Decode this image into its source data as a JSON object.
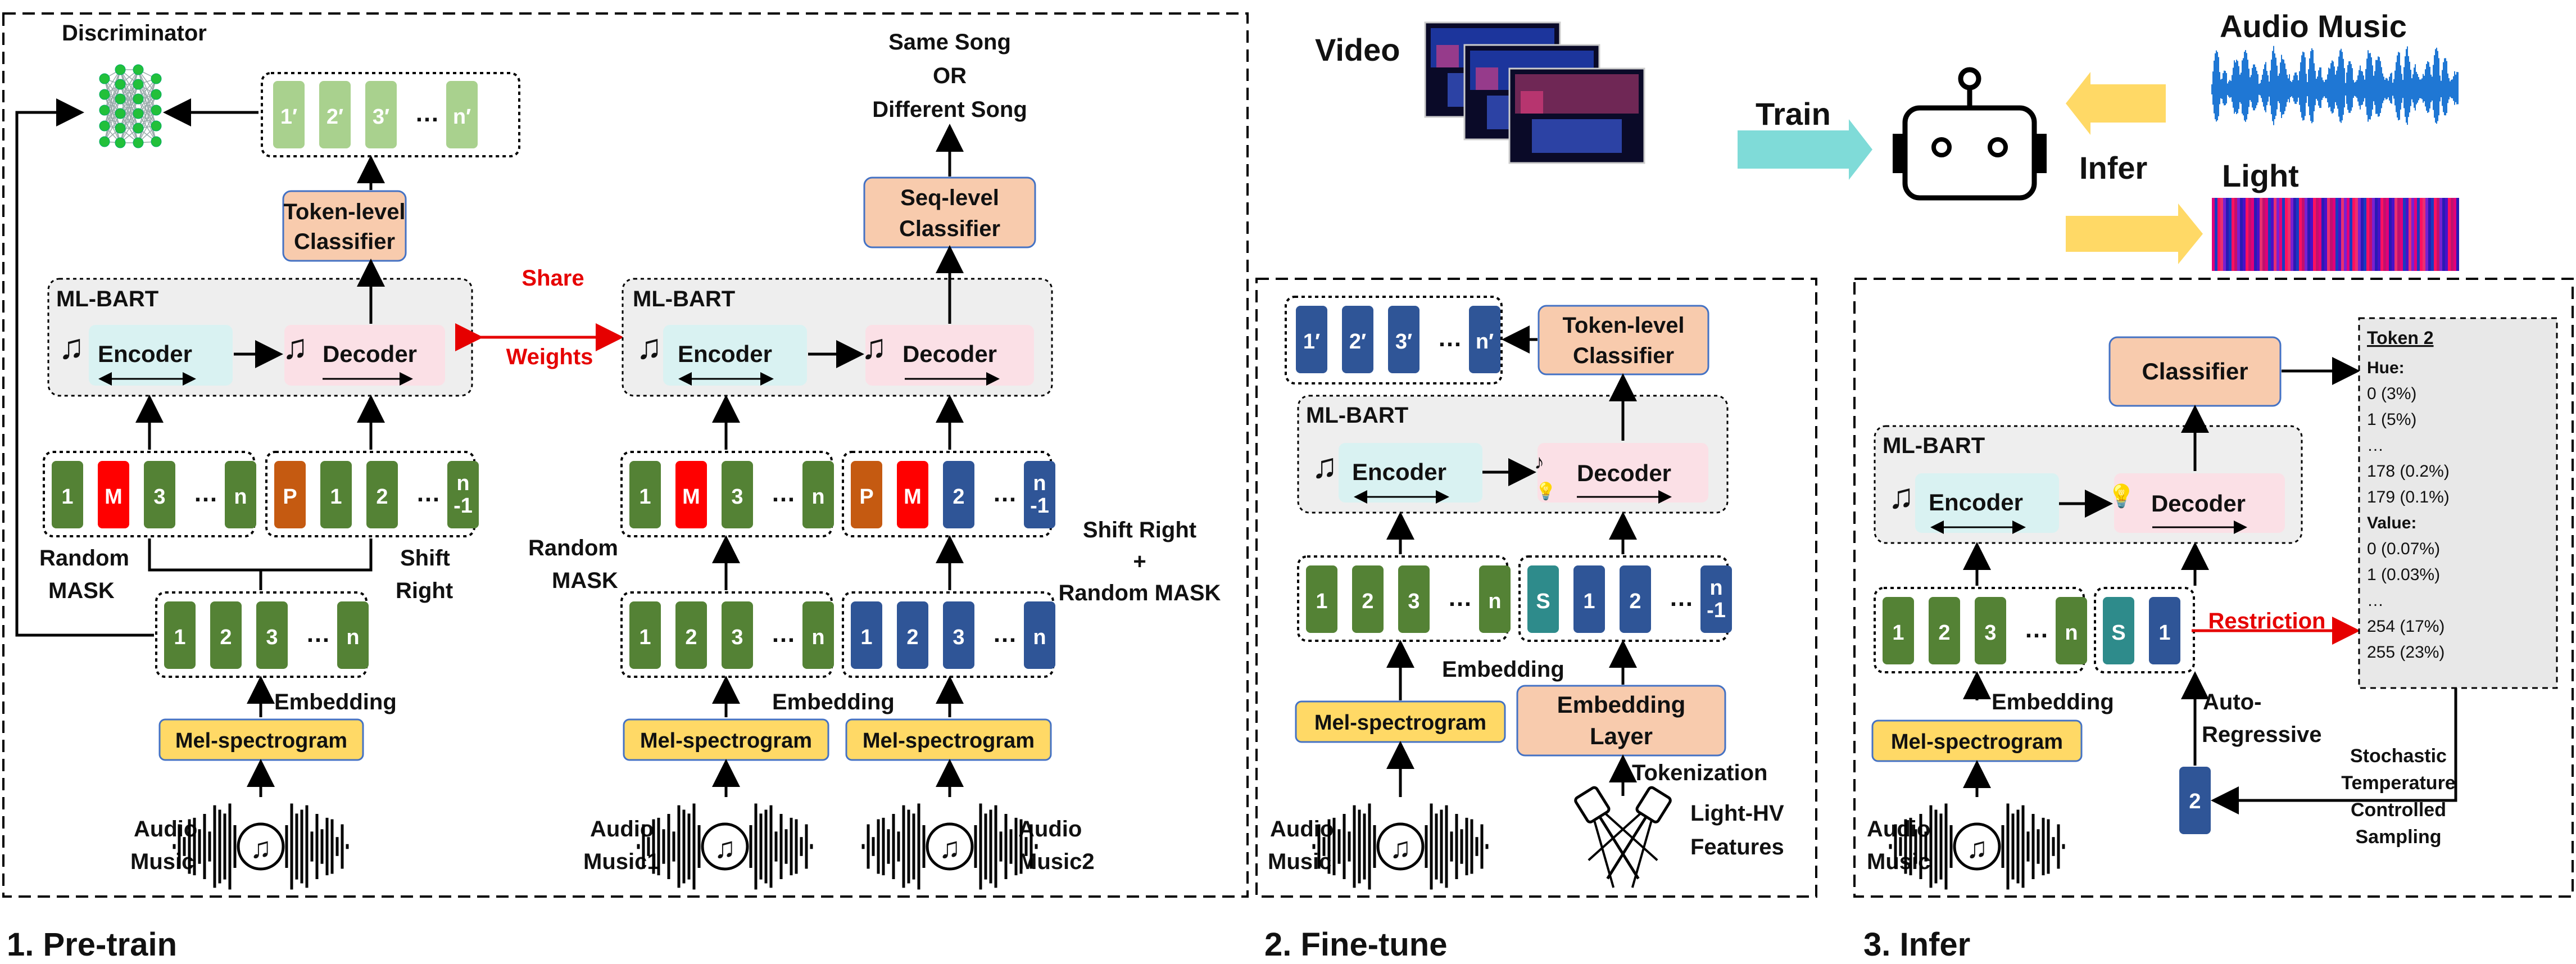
{
  "panels": {
    "pretrain": "1. Pre-train",
    "finetune": "2. Fine-tune",
    "infer": "3. Infer"
  },
  "pretrain": {
    "discriminator": "Discriminator",
    "out_tokens": [
      "1′",
      "2′",
      "3′",
      "…",
      "n′"
    ],
    "token_classifier": [
      "Token-level",
      "Classifier"
    ],
    "seq_classifier": [
      "Seq-level",
      "Classifier"
    ],
    "song_labels": [
      "Same Song",
      "OR",
      "Different Song"
    ],
    "mlbart": "ML-BART",
    "encoder": "Encoder",
    "decoder": "Decoder",
    "share_weights": [
      "Share",
      "Weights"
    ],
    "masked_tokens_1": [
      "1",
      "M",
      "3",
      "…",
      "n"
    ],
    "shifted_tokens_1": [
      "P",
      "1",
      "2",
      "…",
      "n\n-1"
    ],
    "embed_tokens": [
      "1",
      "2",
      "3",
      "…",
      "n"
    ],
    "random_mask": [
      "Random",
      "MASK"
    ],
    "shift_right": [
      "Shift",
      "Right"
    ],
    "embedding": "Embedding",
    "mel": "Mel-spectrogram",
    "audio_music": [
      "Audio",
      "Music"
    ],
    "masked_tokens_2": [
      "1",
      "M",
      "3",
      "…",
      "n"
    ],
    "shifted_tokens_2": [
      "P",
      "M",
      "2",
      "…",
      "n\n-1"
    ],
    "shift_right_mask": [
      "Shift Right",
      "+",
      "Random MASK"
    ],
    "audio_music1": [
      "Audio",
      "Music1"
    ],
    "audio_music2": [
      "Audio",
      "Music2"
    ]
  },
  "finetune": {
    "out_tokens": [
      "1′",
      "2′",
      "3′",
      "…",
      "n′"
    ],
    "token_classifier": [
      "Token-level",
      "Classifier"
    ],
    "mlbart": "ML-BART",
    "encoder": "Encoder",
    "decoder": "Decoder",
    "enc_tokens": [
      "1",
      "2",
      "3",
      "…",
      "n"
    ],
    "dec_tokens": [
      "S",
      "1",
      "2",
      "…",
      "n\n-1"
    ],
    "embedding": "Embedding",
    "mel": "Mel-spectrogram",
    "embedding_layer": [
      "Embedding",
      "Layer"
    ],
    "tokenization": "Tokenization",
    "audio_music": [
      "Audio",
      "Music"
    ],
    "light_features": [
      "Light-HV",
      "Features"
    ]
  },
  "top": {
    "video": "Video",
    "train": "Train",
    "infer": "Infer",
    "audio_music": "Audio Music",
    "light": "Light"
  },
  "infer": {
    "classifier": "Classifier",
    "mlbart": "ML-BART",
    "encoder": "Encoder",
    "decoder": "Decoder",
    "enc_tokens": [
      "1",
      "2",
      "3",
      "…",
      "n"
    ],
    "dec_tokens": [
      "S",
      "1"
    ],
    "restriction": "Restriction",
    "embedding": "Embedding",
    "mel": "Mel-spectrogram",
    "auto_regressive": [
      "Auto-",
      "Regressive"
    ],
    "next_token": "2",
    "sampling": [
      "Stochastic",
      "Temperature",
      "Controlled",
      "Sampling"
    ],
    "audio_music": [
      "Audio",
      "Music"
    ],
    "token_box": {
      "title": "Token 2",
      "lines": [
        "Hue:",
        "0 (3%)",
        "1 (5%)",
        "…",
        "178 (0.2%)",
        "179 (0.1%)",
        "Value:",
        "0 (0.07%)",
        "1 (0.03%)",
        "…",
        "254 (17%)",
        "255 (23%)"
      ]
    }
  },
  "colors": {
    "green": "#548235",
    "red": "#ff0000",
    "orange": "#c55a11",
    "blue": "#2f5597",
    "teal": "#2e8b8b",
    "light_green": "#a9d18e",
    "peach": "#f8cbad",
    "yellow": "#ffd966",
    "enc_bg": "#d9f2f2",
    "dec_bg": "#fbe0e6",
    "accent_red": "#e60000",
    "cyan_arrow": "#7fdbd8",
    "yellow_arrow": "#ffd966"
  }
}
